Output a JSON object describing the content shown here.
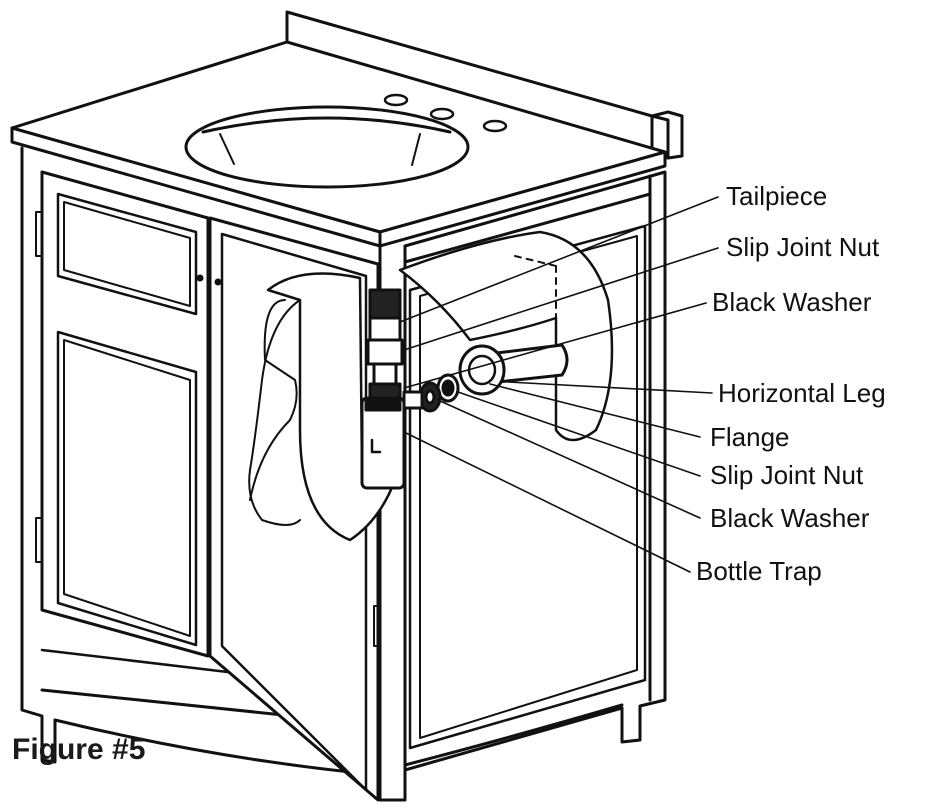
{
  "figure": {
    "caption": "Figure #5"
  },
  "labels": {
    "tailpiece": "Tailpiece",
    "slip_joint_nut_top": "Slip Joint Nut",
    "black_washer_top": "Black Washer",
    "horizontal_leg": "Horizontal Leg",
    "flange": "Flange",
    "slip_joint_nut_bottom": "Slip Joint Nut",
    "black_washer_bottom": "Black Washer",
    "bottle_trap": "Bottle Trap"
  },
  "colors": {
    "ink": "#111111",
    "background": "#ffffff"
  }
}
